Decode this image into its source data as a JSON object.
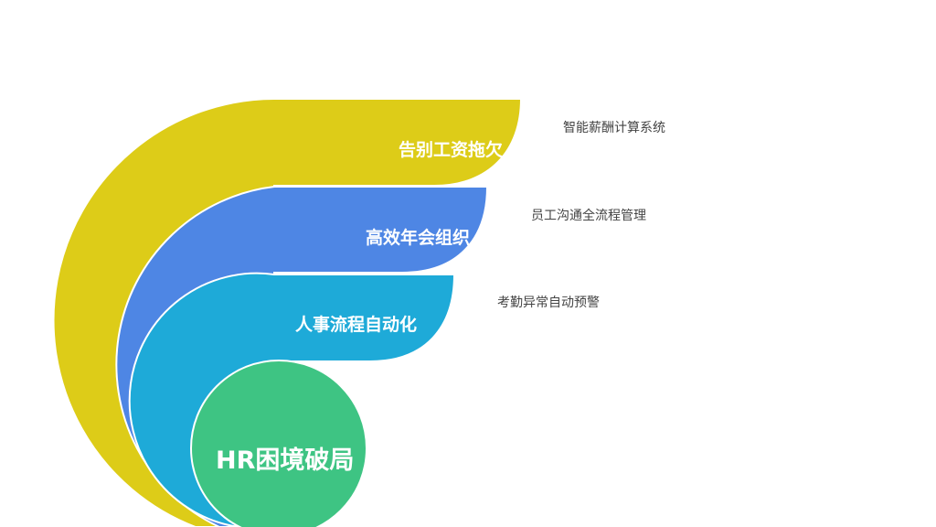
{
  "center": {
    "label": "HR困境破局",
    "color": "#3ec483"
  },
  "layers": [
    {
      "label": "告别工资拖欠",
      "note": "智能薪酬计算系统",
      "color": "#ddcc18"
    },
    {
      "label": "高效年会组织",
      "note": "员工沟通全流程管理",
      "color": "#4e86e4"
    },
    {
      "label": "人事流程自动化",
      "note": "考勤异常自动预警",
      "color": "#1eaad8"
    }
  ]
}
